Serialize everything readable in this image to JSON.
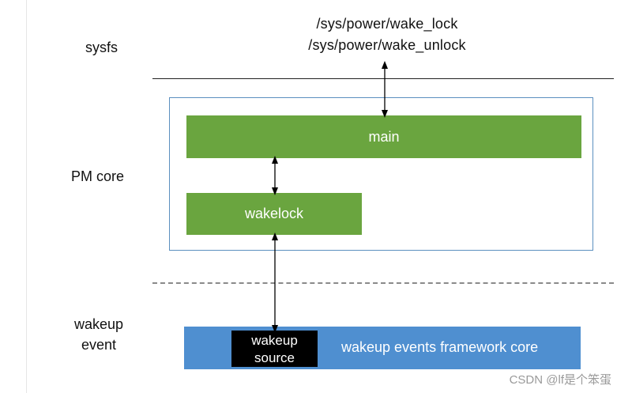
{
  "layers": {
    "sysfs": "sysfs",
    "pm_core": "PM core",
    "wakeup_event_line1": "wakeup",
    "wakeup_event_line2": "event"
  },
  "sysfs_paths": {
    "wake_lock": "/sys/power/wake_lock",
    "wake_unlock": "/sys/power/wake_unlock"
  },
  "blocks": {
    "main": "main",
    "wakelock": "wakelock",
    "framework": "wakeup events framework core",
    "source_line1": "wakeup",
    "source_line2": "source"
  },
  "watermark": "CSDN @lf是个笨蛋",
  "colors": {
    "green_block": "#6aa53f",
    "blue_block": "#4f8fd0",
    "pm_box_border": "#5b8fbf",
    "source_box": "#000000"
  }
}
